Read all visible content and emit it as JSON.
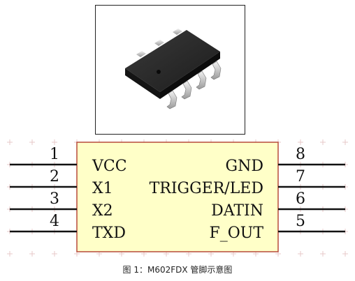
{
  "chip": {
    "left_pins": [
      {
        "number": "1",
        "label": "VCC"
      },
      {
        "number": "2",
        "label": "X1"
      },
      {
        "number": "3",
        "label": "X2"
      },
      {
        "number": "4",
        "label": "TXD"
      }
    ],
    "right_pins": [
      {
        "number": "8",
        "label": "GND"
      },
      {
        "number": "7",
        "label": "TRIGGER/LED"
      },
      {
        "number": "6",
        "label": "DATIN"
      },
      {
        "number": "5",
        "label": "F_OUT"
      }
    ]
  },
  "caption": "图 1：M602FDX 管脚示意图",
  "colors": {
    "body_fill": "#ffffc8",
    "body_stroke": "#b74a3a",
    "pin_line": "#111111",
    "grid_mark": "#e7c8c8"
  }
}
